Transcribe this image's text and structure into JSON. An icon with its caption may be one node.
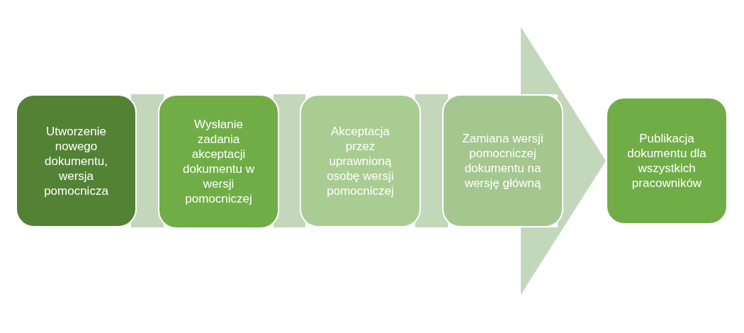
{
  "diagram": {
    "nodes": [
      {
        "text": [
          "Utworzenie nowego dokumentu, wersja pomocnicza"
        ]
      },
      {
        "text": [
          "Wysłanie zadania akceptacji dokumentu w wersji pomocniczej"
        ]
      },
      {
        "text": [
          "Akceptacja przez uprawnioną osobę wersji pomocniczej"
        ]
      },
      {
        "text": [
          "Zamiana wersji pomocniczej dokumentu na wersję główną"
        ]
      },
      {
        "text": [
          "Publikacja dokumentu dla wszystkich pracowników"
        ]
      }
    ],
    "edges": [
      {
        "from": 0,
        "to": 1,
        "arrow": "none"
      },
      {
        "from": 1,
        "to": 2,
        "arrow": "none"
      },
      {
        "from": 2,
        "to": 3,
        "arrow": "none"
      },
      {
        "from": 3,
        "to": 4,
        "arrow": "to"
      }
    ]
  }
}
